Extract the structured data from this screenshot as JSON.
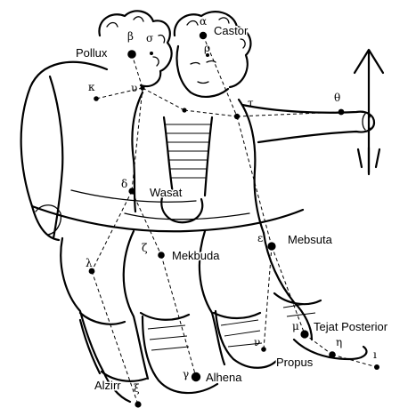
{
  "stars": {
    "pollux": {
      "name": "Pollux",
      "letter": "β"
    },
    "castor": {
      "name": "Castor",
      "letter": "α"
    },
    "wasat": {
      "name": "Wasat",
      "letter": "δ"
    },
    "mekbuda": {
      "name": "Mekbuda",
      "letter": "ζ"
    },
    "mebsuta": {
      "name": "Mebsuta",
      "letter": "ε"
    },
    "tejat": {
      "name": "Tejat Posterior",
      "letter": "μ"
    },
    "propus": {
      "name": "Propus",
      "letter": "η"
    },
    "alhena": {
      "name": "Alhena",
      "letter": "γ"
    },
    "alzirr": {
      "name": "Alzirr",
      "letter": "ξ"
    }
  },
  "unnamed": {
    "sigma": "σ",
    "rho": "ρ",
    "kappa": "κ",
    "upsilon": "υ",
    "tau": "τ",
    "theta": "θ",
    "lambda": "λ",
    "nu": "ν",
    "iota": "ı"
  }
}
